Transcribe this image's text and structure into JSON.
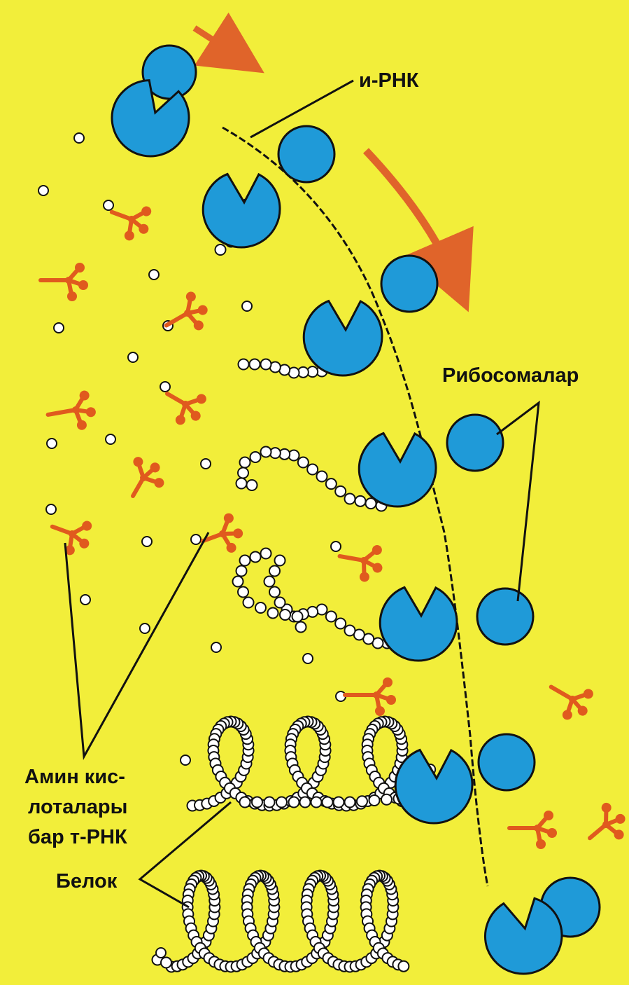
{
  "labels": {
    "mrna": "и-РНК",
    "ribosomes": "Рибосомалар",
    "trna_line1": "Амин кис-",
    "trna_line2": "лоталары",
    "trna_line3": "бар т-РНК",
    "protein": "Белок"
  },
  "colors": {
    "background": "#f2ee3a",
    "ribosome": "#1f9ad8",
    "outline": "#111111",
    "trna": "#e05a1e",
    "arrow": "#e0642a",
    "bead": "#ffffff"
  },
  "icons": {
    "ribosome_small_subunit": "blue-circle",
    "ribosome_large_subunit": "blue-notched-disc",
    "trna": "orange-cloverleaf",
    "amino_acid": "small-white-circle",
    "protein_chain": "bead-string"
  }
}
